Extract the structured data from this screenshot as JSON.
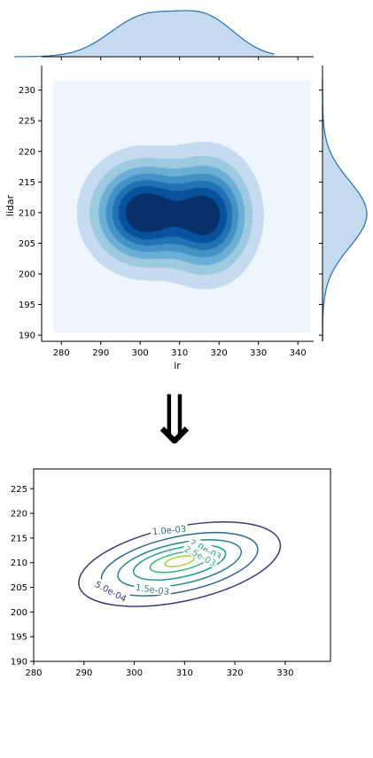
{
  "chart_data": [
    {
      "type": "kde_joint",
      "xlabel": "ir",
      "ylabel": "lidar",
      "xlim": [
        275,
        344
      ],
      "ylim": [
        189,
        234
      ],
      "xticks": [
        "280",
        "290",
        "300",
        "310",
        "320",
        "330",
        "340"
      ],
      "yticks": [
        "190",
        "195",
        "200",
        "205",
        "210",
        "215",
        "220",
        "225",
        "230"
      ],
      "grid": false,
      "colors": [
        "#eef5fc",
        "#c6dbef",
        "#9ecae1",
        "#6baed6",
        "#4292c6",
        "#2171b5",
        "#08519c",
        "#08306b"
      ],
      "fill_extent": {
        "x": [
          278,
          343
        ],
        "y": [
          190.5,
          231.5
        ]
      },
      "components": [
        {
          "mx": 301,
          "my": 210,
          "sx": 7,
          "sy": 4.5,
          "w": 1.0
        },
        {
          "mx": 317,
          "my": 209.5,
          "sx": 6,
          "sy": 5,
          "w": 0.9
        }
      ],
      "marginal_x": {
        "x_range": [
          268,
          334
        ],
        "peaks": [
          302,
          315
        ]
      },
      "marginal_y": {
        "y_range": [
          189,
          232
        ],
        "peak": 210
      }
    },
    {
      "type": "contour",
      "xlim": [
        280,
        339
      ],
      "ylim": [
        190,
        229
      ],
      "xticks": [
        "280",
        "290",
        "300",
        "310",
        "320",
        "330"
      ],
      "yticks": [
        "190",
        "195",
        "200",
        "205",
        "210",
        "215",
        "220",
        "225"
      ],
      "grid": false,
      "levels": [
        {
          "label": "5.0e-04",
          "color": "#3f3784"
        },
        {
          "label": "1.0e-03",
          "color": "#31688e"
        },
        {
          "label": "1.5e-03",
          "color": "#26828e"
        },
        {
          "label": "2.0e-03",
          "color": "#1f9e89"
        },
        {
          "label": "2.5e-03",
          "color": "#35b779"
        },
        {
          "label": "",
          "color": "#a0d43f"
        }
      ]
    }
  ],
  "arrow": {
    "glyph": "⇓"
  }
}
